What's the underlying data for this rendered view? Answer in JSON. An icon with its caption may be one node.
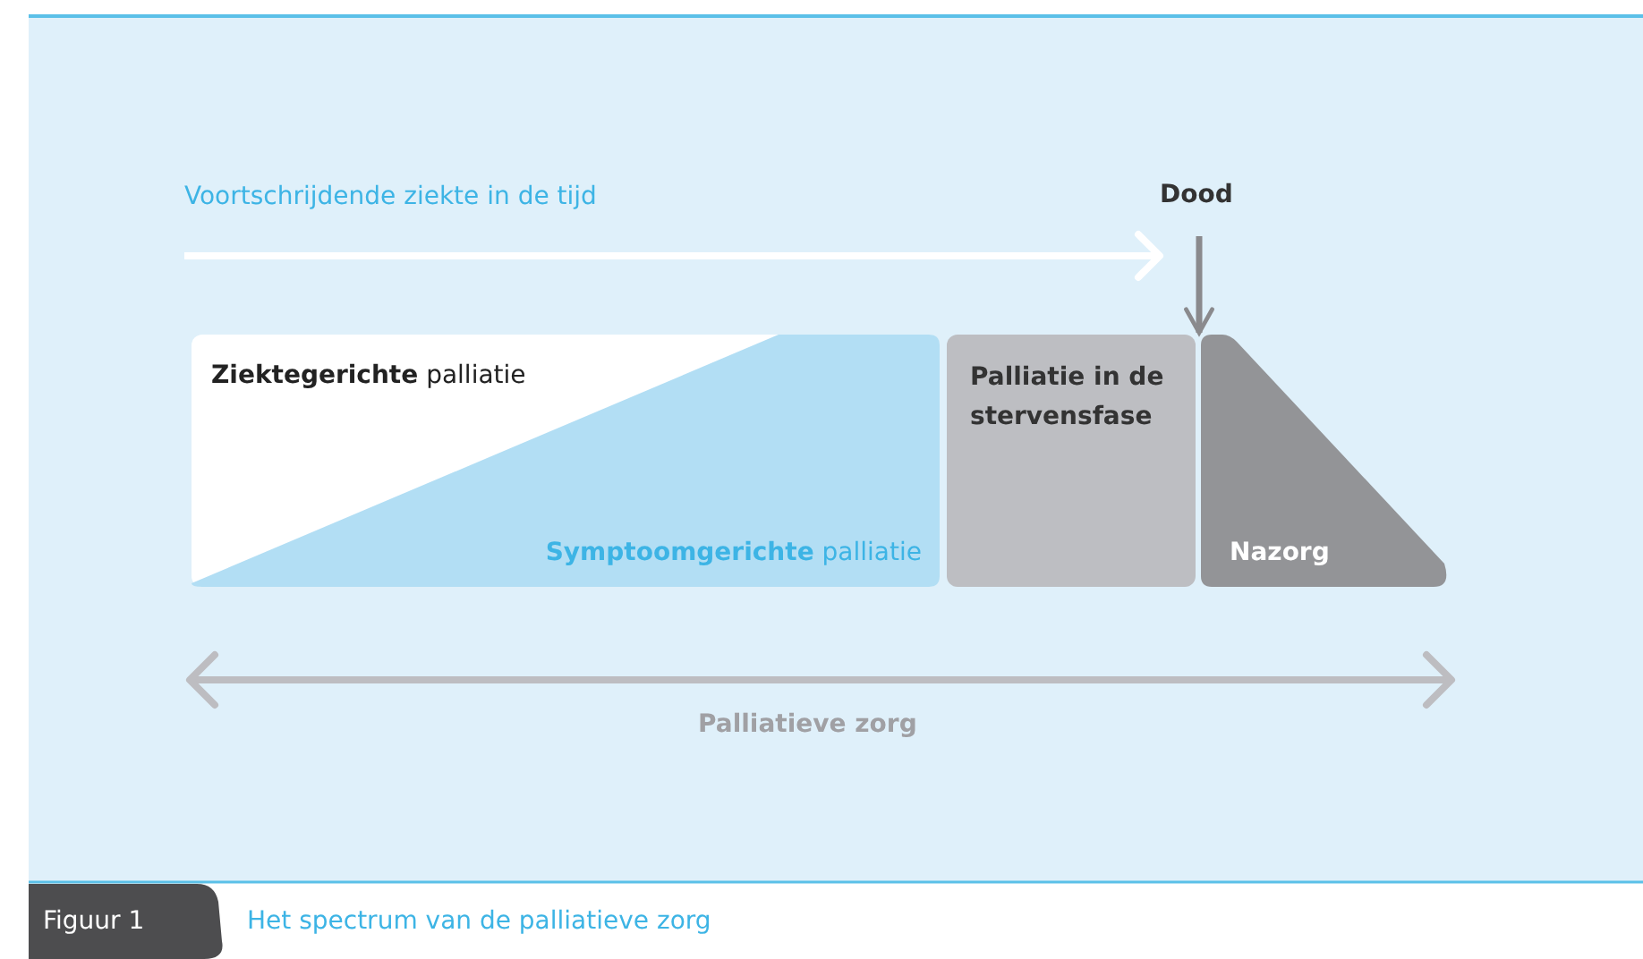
{
  "diagram": {
    "caption": "Het spectrum van de palliatieve zorg",
    "nodes": [
      {
        "text": [
          "**Ziektegerichte** palliatie",
          "**Symptoomgerichte** palliatie"
        ]
      },
      {
        "text": [
          "Palliatie in de stervensfase"
        ]
      },
      {
        "text": [
          "Nazorg"
        ]
      },
      {
        "text": [
          "Dood"
        ]
      }
    ],
    "edges": [
      {
        "from": 3,
        "to": 2,
        "arrow": "to"
      }
    ],
    "labels": [
      "Voortschrijdende ziekte in de tijd",
      "Palliatieve zorg",
      "Figuur 1"
    ]
  }
}
